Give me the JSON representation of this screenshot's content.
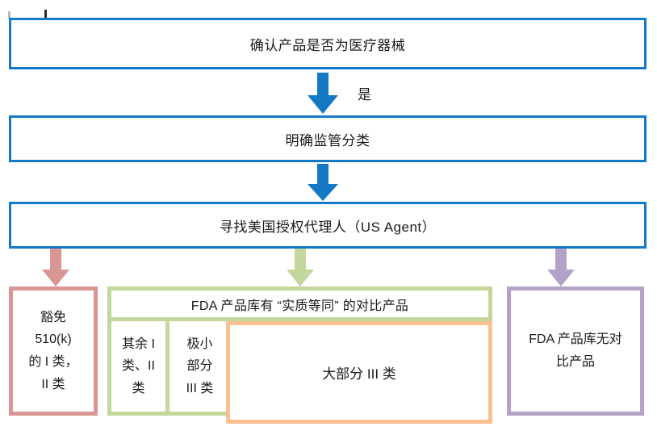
{
  "diagram": {
    "title_flow": "FDA medical device registration pathway flowchart",
    "colors": {
      "blue": "#1479c4",
      "red": "#d99694",
      "green": "#c3d69b",
      "orange": "#fac090",
      "purple": "#b3a2c7"
    },
    "steps": [
      {
        "id": "step-1",
        "label": "确认产品是否为医疗器械"
      },
      {
        "id": "step-2",
        "label": "明确监管分类"
      },
      {
        "id": "step-3",
        "label": "寻找美国授权代理人（US Agent）"
      }
    ],
    "arrows": [
      {
        "id": "arrow-1",
        "label": "是",
        "color": "#1479c4"
      },
      {
        "id": "arrow-2",
        "label": "",
        "color": "#1479c4"
      },
      {
        "id": "arrow-branch-left",
        "label": "",
        "color": "#d99694"
      },
      {
        "id": "arrow-branch-center",
        "label": "",
        "color": "#c3d69b"
      },
      {
        "id": "arrow-branch-right",
        "label": "",
        "color": "#b3a2c7"
      }
    ],
    "outcomes": {
      "left": {
        "label": "豁免\n510(k)\n的 I 类，\nII 类",
        "color": "#d99694"
      },
      "center": {
        "header": "FDA 产品库有 “实质等同” 的对比产品",
        "color": "#c3d69b",
        "cells": [
          {
            "label": "其余 I\n类、II\n类",
            "color": "#c3d69b"
          },
          {
            "label": "极小\n部分\nIII 类",
            "color": "#c3d69b"
          },
          {
            "label": "大部分 III 类",
            "color": "#fac090"
          }
        ]
      },
      "right": {
        "label": "FDA 产品库无对\n比产品",
        "color": "#b3a2c7"
      }
    }
  }
}
